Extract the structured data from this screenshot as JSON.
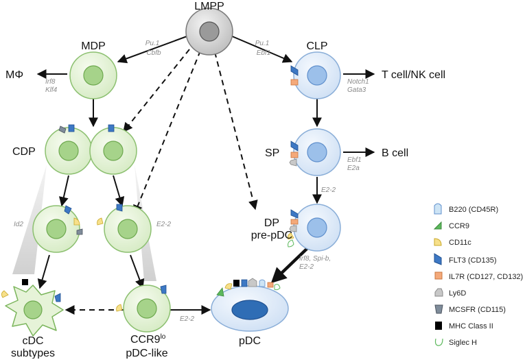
{
  "nodes": {
    "lmpp": "LMPP",
    "mdp": "MDP",
    "clp": "CLP",
    "mphi": "MΦ",
    "tnk": "T cell/NK cell",
    "cdp": "CDP",
    "sp": "SP",
    "bcell": "B cell",
    "dp_line1": "DP",
    "dp_line2": "pre-pDC",
    "cdc_line1": "cDC",
    "cdc_line2": "subtypes",
    "ccr9_main": "CCR9",
    "ccr9_sup": "lo",
    "ccr9_line2": "pDC-like",
    "pdc": "pDC"
  },
  "genes": {
    "pu1_mdp": "Pu.1",
    "cbfb": "Cbfb",
    "pu1_clp": "Pu.1",
    "ebf1_clp": "Ebf1",
    "irf8_m": "Irf8",
    "klf4": "Klf4",
    "notch1": "Notch1",
    "gata3": "Gata3",
    "ebf1_b": "Ebf1",
    "e2a": "E2a",
    "e22_sp": "E2-2",
    "id2": "Id2",
    "e22_pre": "E2-2",
    "irf8_pdc_line1": "Irf8, Spi-b,",
    "irf8_pdc_line2": "E2-2",
    "e22_bottom": "E2-2"
  },
  "legend": [
    {
      "icon": "b220-icon",
      "label": "B220 (CD45R)",
      "color": "#cde4f5"
    },
    {
      "icon": "ccr9-icon",
      "label": "CCR9",
      "color": "#5cb85c"
    },
    {
      "icon": "cd11c-icon",
      "label": "CD11c",
      "color": "#f7e08a"
    },
    {
      "icon": "flt3-icon",
      "label": "FLT3 (CD135)",
      "color": "#3d78c4"
    },
    {
      "icon": "il7r-icon",
      "label": "IL7R (CD127, CD132)",
      "color": "#f4a97a"
    },
    {
      "icon": "ly6d-icon",
      "label": "Ly6D",
      "color": "#c8c8c8"
    },
    {
      "icon": "mcsfr-icon",
      "label": "MCSFR (CD115)",
      "color": "#7f8c9a"
    },
    {
      "icon": "mhc-icon",
      "label": "MHC Class II",
      "color": "#000000"
    },
    {
      "icon": "siglech-icon",
      "label": "Siglec H",
      "color": "#ffffff"
    }
  ],
  "colors": {
    "myeloid_fill": "#e6f3d8",
    "myeloid_stroke": "#8cc070",
    "lymphoid_fill": "#e4eef9",
    "lymphoid_stroke": "#8aaed8",
    "pdc_nucleus": "#2f6db5",
    "lmpp_fill": "#d9d9d9"
  }
}
